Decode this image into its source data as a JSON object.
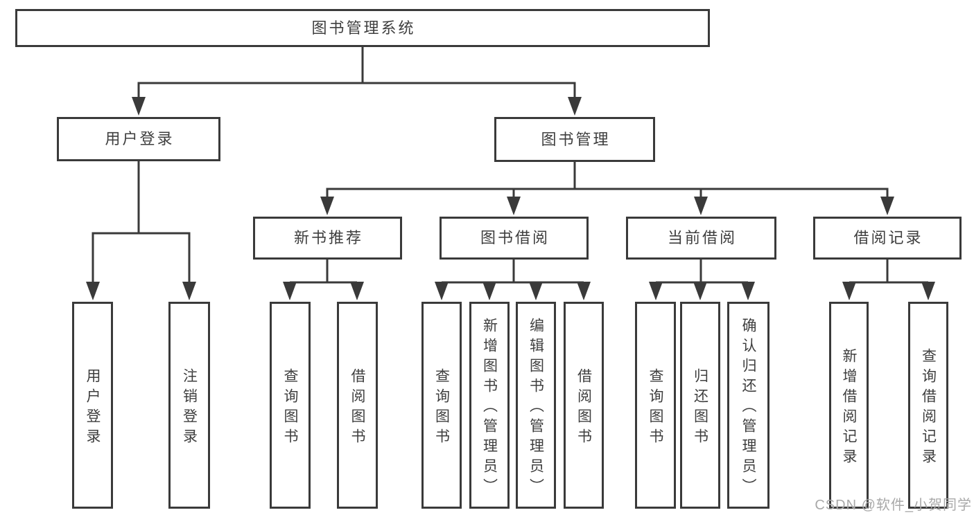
{
  "root_label": "图书管理系统",
  "branches": [
    {
      "label": "用户登录",
      "children": [
        "用户登录",
        "注销登录"
      ]
    },
    {
      "label": "图书管理",
      "sections": [
        {
          "label": "新书推荐",
          "children": [
            "查询图书",
            "借阅图书"
          ]
        },
        {
          "label": "图书借阅",
          "children": [
            "查询图书",
            "新增图书（管理员）",
            "编辑图书（管理员）",
            "借阅图书"
          ]
        },
        {
          "label": "当前借阅",
          "children": [
            "查询图书",
            "归还图书",
            "确认归还（管理员）"
          ]
        },
        {
          "label": "借阅记录",
          "children": [
            "新增借阅记录",
            "查询借阅记录"
          ]
        }
      ]
    }
  ],
  "watermark": "CSDN @软件_小贺同学",
  "colors": {
    "line": "#3a3a3a",
    "text": "#3e3e3e",
    "watermark": "#a9a9a9"
  }
}
